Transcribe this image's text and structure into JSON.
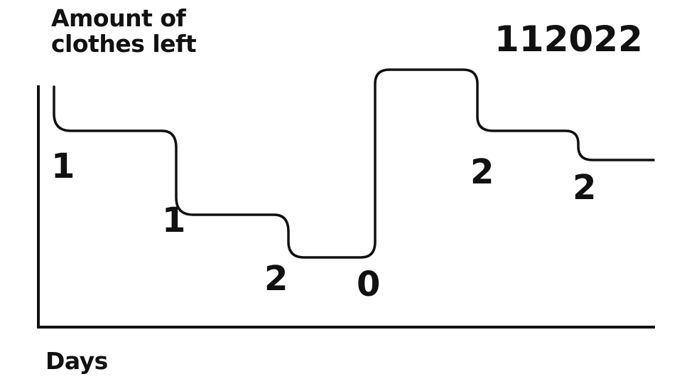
{
  "diagram": {
    "y_axis_label": "Amount of clothes left",
    "x_axis_label": "Days",
    "sequence": "112022",
    "steps": [
      {
        "label": "1"
      },
      {
        "label": "1"
      },
      {
        "label": "2"
      },
      {
        "label": "0"
      },
      {
        "label": "2"
      },
      {
        "label": "2"
      }
    ],
    "colors": {
      "ink": "#111111",
      "background": "#ffffff"
    }
  }
}
